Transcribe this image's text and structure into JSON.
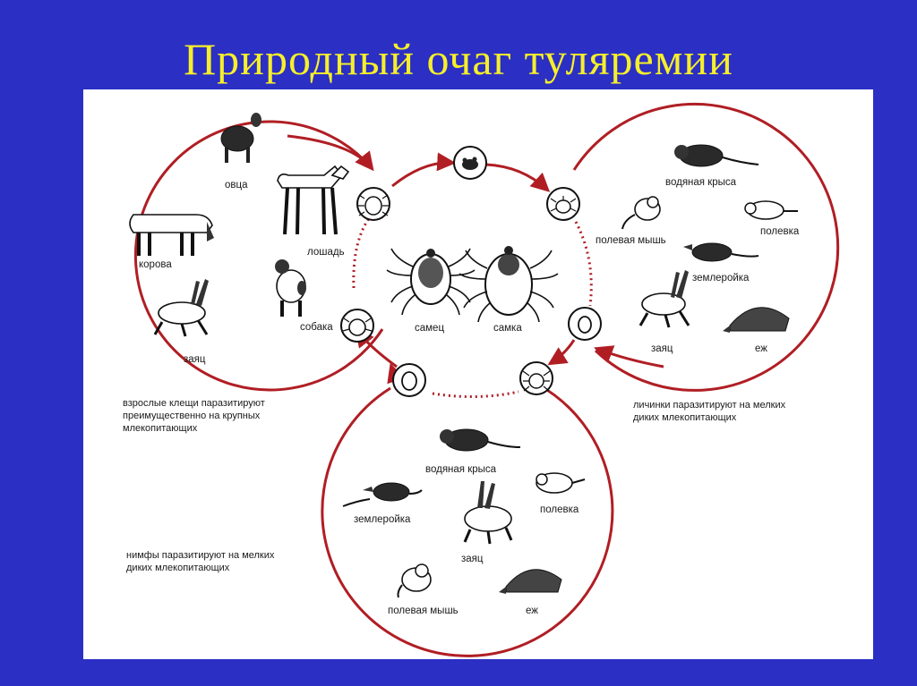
{
  "title": "Природный очаг туляремии",
  "colors": {
    "background": "#2b2fc4",
    "title": "#f6ef2a",
    "panel": "#ffffff",
    "cycle": "#b01e24",
    "text": "#1a1a1a"
  },
  "center": {
    "male_label": "самец",
    "female_label": "самка"
  },
  "adults_circle": {
    "animals": [
      {
        "label": "овца",
        "icon": "sheep-icon"
      },
      {
        "label": "лошадь",
        "icon": "horse-icon"
      },
      {
        "label": "корова",
        "icon": "cow-icon"
      },
      {
        "label": "собака",
        "icon": "dog-icon"
      },
      {
        "label": "заяц",
        "icon": "hare-icon"
      }
    ],
    "note": [
      "взрослые клещи паразитируют",
      "преимущественно на крупных",
      "млекопитающих"
    ]
  },
  "larvae_circle": {
    "animals": [
      {
        "label": "водяная крыса",
        "icon": "water-rat-icon"
      },
      {
        "label": "полевая мышь",
        "icon": "field-mouse-icon"
      },
      {
        "label": "полевка",
        "icon": "vole-icon"
      },
      {
        "label": "землеройка",
        "icon": "shrew-icon"
      },
      {
        "label": "заяц",
        "icon": "hare-icon"
      },
      {
        "label": "еж",
        "icon": "hedgehog-icon"
      }
    ],
    "note": [
      "личинки паразитируют на мелких",
      "диких млекопитающих"
    ]
  },
  "nymphs_circle": {
    "animals": [
      {
        "label": "водяная крыса",
        "icon": "water-rat-icon"
      },
      {
        "label": "землеройка",
        "icon": "shrew-icon"
      },
      {
        "label": "полевка",
        "icon": "vole-icon"
      },
      {
        "label": "заяц",
        "icon": "hare-icon"
      },
      {
        "label": "полевая мышь",
        "icon": "field-mouse-icon"
      },
      {
        "label": "еж",
        "icon": "hedgehog-icon"
      }
    ],
    "note": [
      "нимфы паразитируют на мелких",
      "диких млекопитающих"
    ]
  }
}
